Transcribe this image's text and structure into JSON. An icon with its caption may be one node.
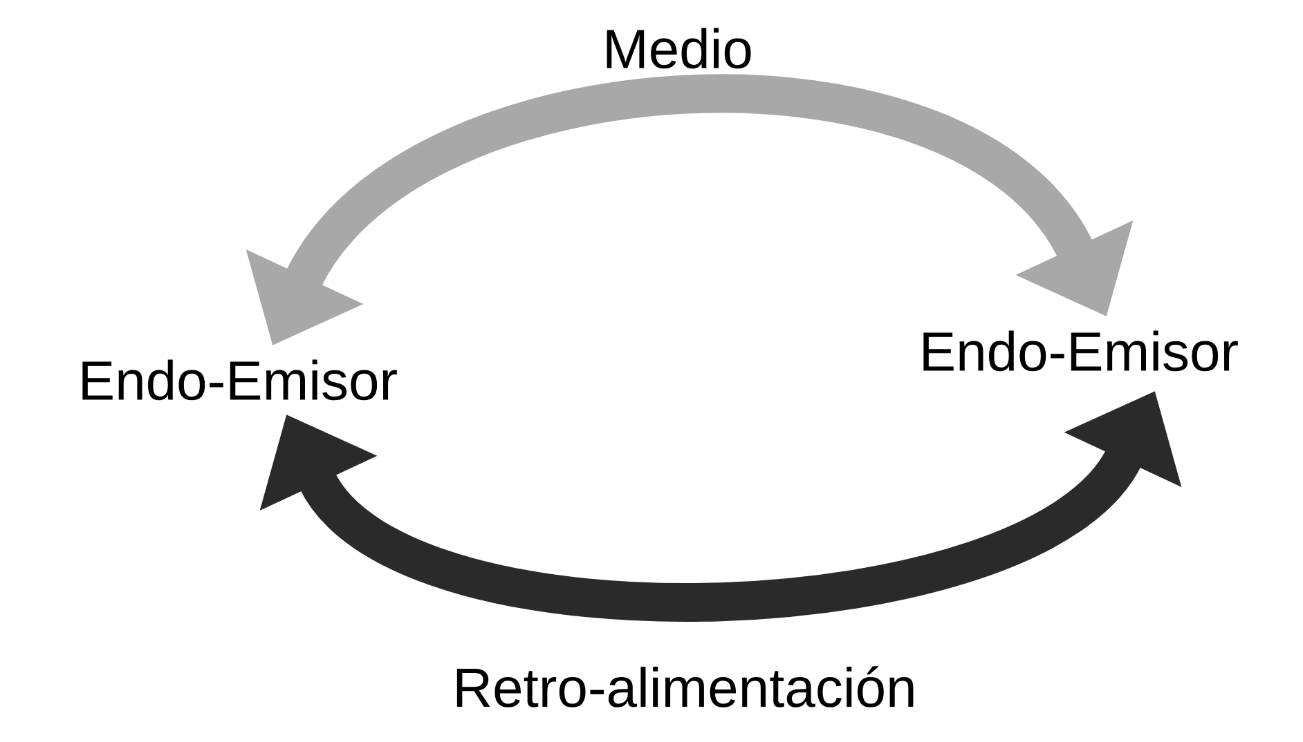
{
  "diagram": {
    "nodes": [
      {
        "text": [
          "Endo-Emisor"
        ]
      },
      {
        "text": [
          "Endo-Emisor"
        ]
      }
    ],
    "edges": [
      {
        "from": 0,
        "to": 1,
        "arrow": "both",
        "label": "Medio",
        "color": "#a8a8a8"
      },
      {
        "from": 0,
        "to": 1,
        "arrow": "both",
        "label": "Retro-alimentación",
        "color": "#2a2a2a"
      }
    ]
  }
}
